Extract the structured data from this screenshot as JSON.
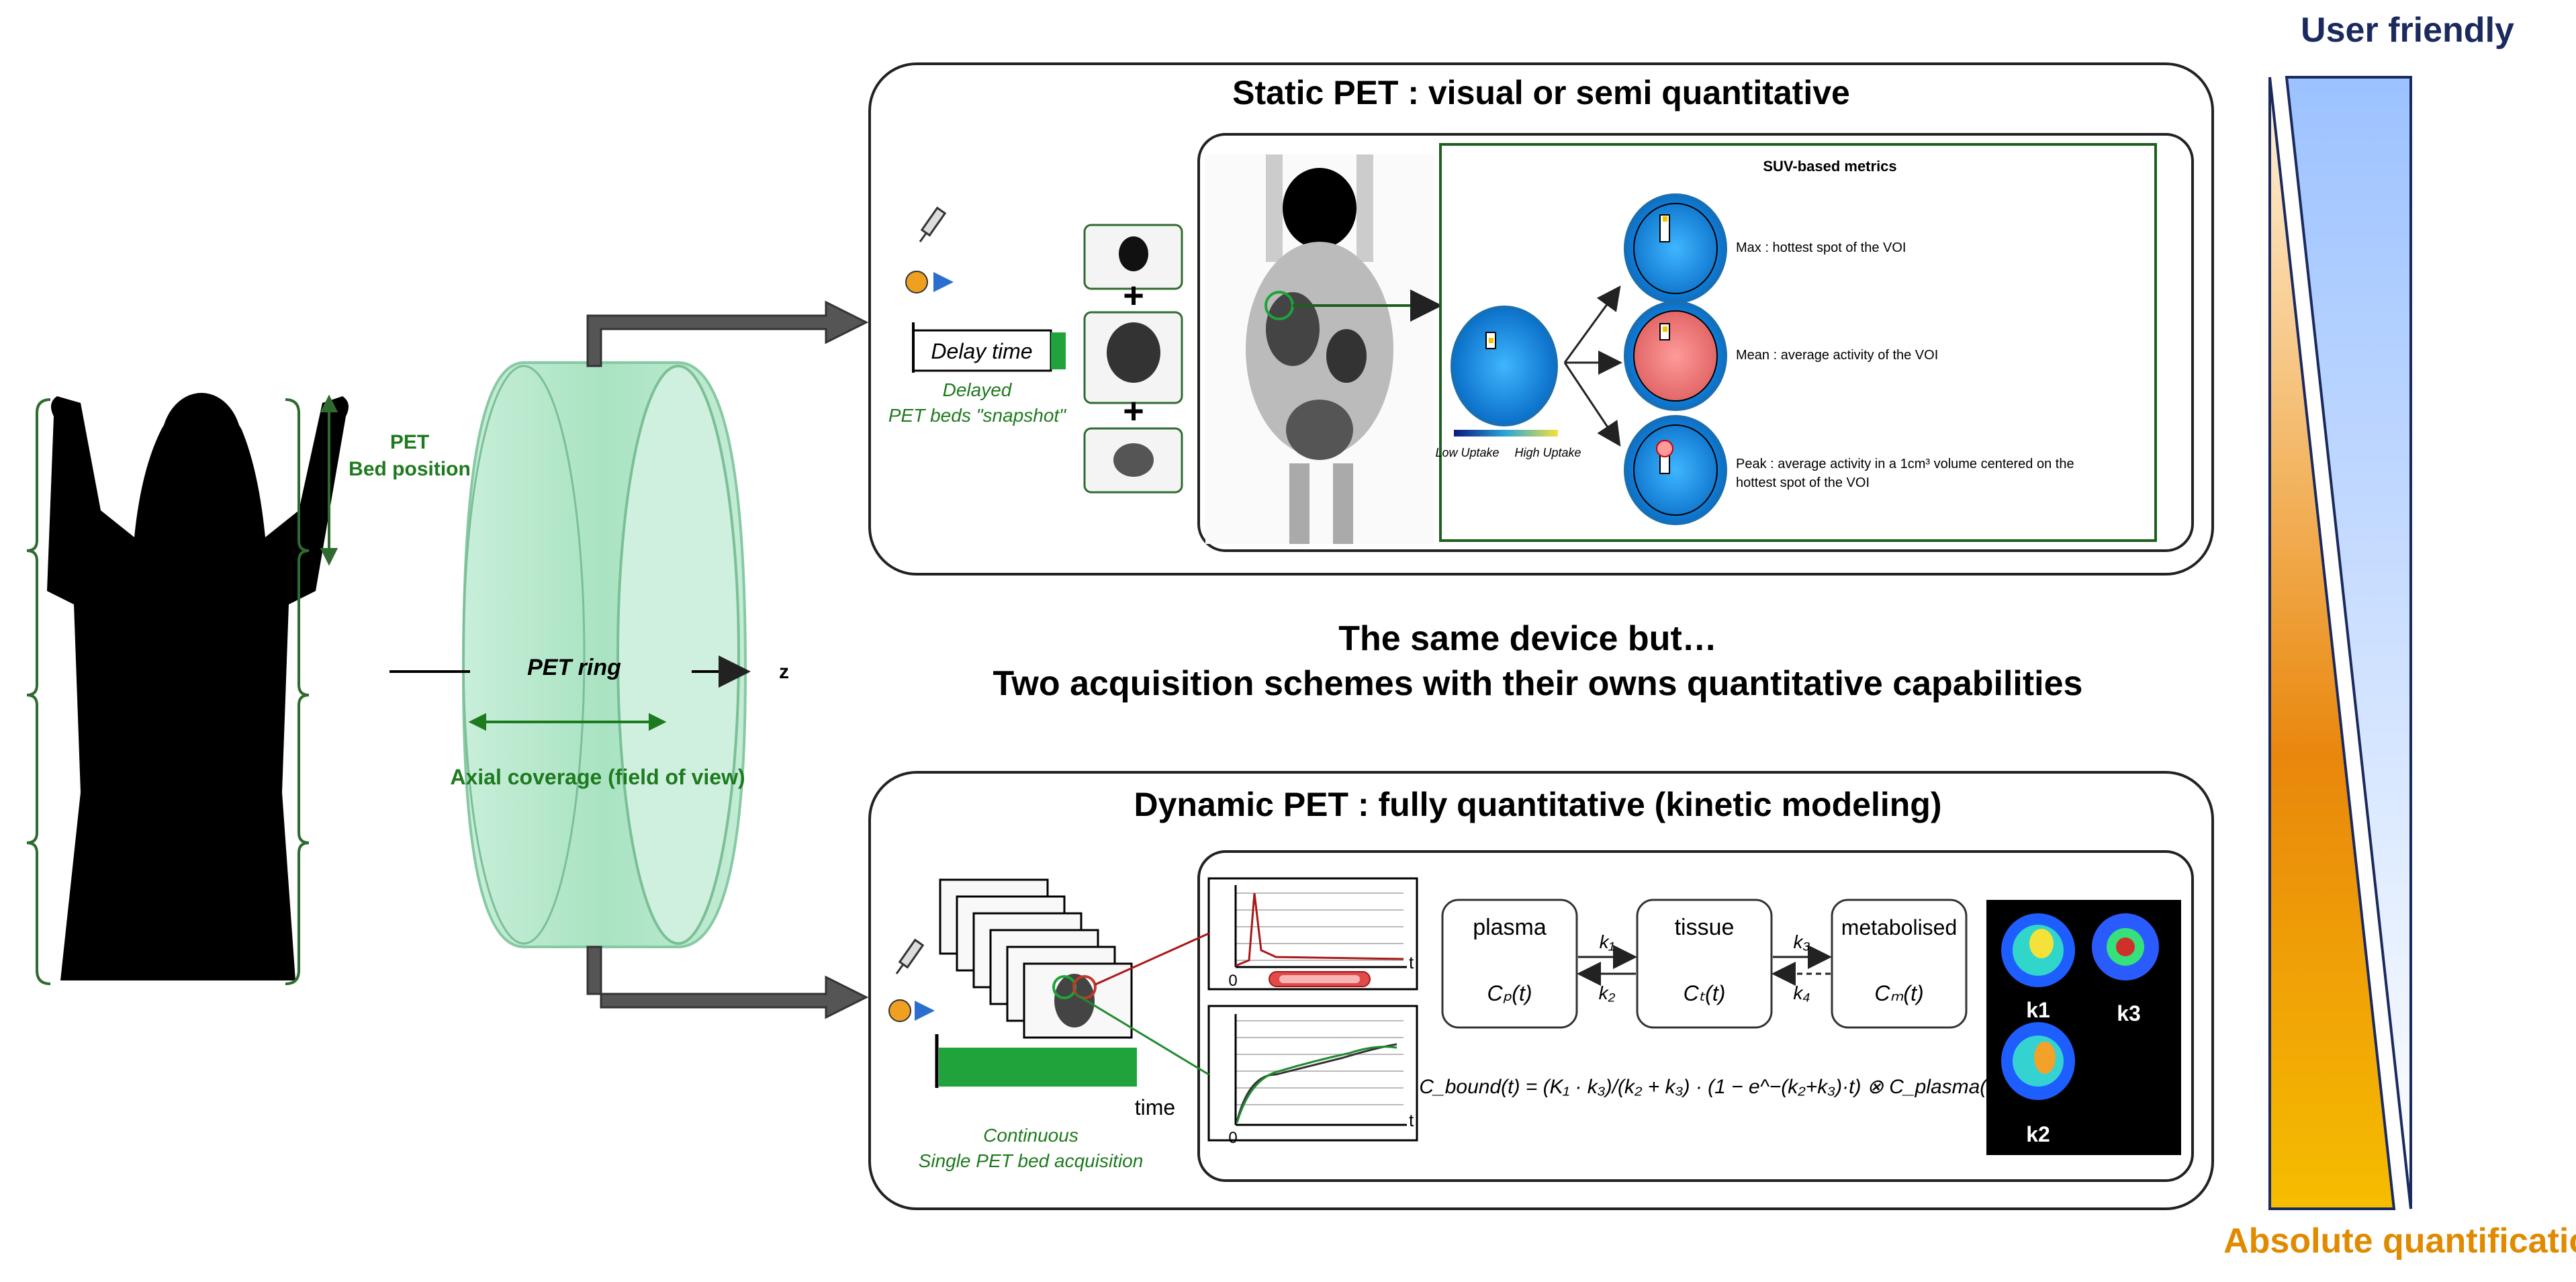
{
  "left": {
    "bed_label_line1": "PET",
    "bed_label_line2": "Bed position",
    "ring_label": "PET ring",
    "z_label": "z",
    "axial_label": "Axial coverage (field of view)"
  },
  "static_panel": {
    "title": "Static PET : visual or semi quantitative",
    "delay_time": "Delay time",
    "caption_line1": "Delayed",
    "caption_line2": "PET beds \"snapshot\"",
    "suv_title": "SUV-based metrics",
    "scale_low": "Low Uptake",
    "scale_high": "High Uptake",
    "metric_max": "Max : hottest spot of the VOI",
    "metric_mean": "Mean : average activity of the VOI",
    "metric_peak_line1": "Peak : average activity in a 1cm³ volume centered on the",
    "metric_peak_line2": "hottest spot of the VOI"
  },
  "middle_text": {
    "line1": "The same device but…",
    "line2": "Two acquisition schemes with their owns quantitative capabilities"
  },
  "dynamic_panel": {
    "title": "Dynamic PET : fully quantitative (kinetic modeling)",
    "time_label": "time",
    "caption_line1": "Continuous",
    "caption_line2": "Single PET bed acquisition",
    "axis_zero": "0",
    "axis_t": "t",
    "compartments": {
      "plasma": "plasma",
      "tissue": "tissue",
      "metabolised": "metabolised",
      "cp": "Cₚ(t)",
      "ct": "Cₜ(t)",
      "cm": "Cₘ(t)"
    },
    "rates": {
      "k1": "k₁",
      "k2": "k₂",
      "k3": "k₃",
      "k4": "k₄"
    },
    "equation": "C_bound(t) = (K₁ · k₃)/(k₂ + k₃) · (1 − e^−(k₂+k₃)·t) ⊗ C_plasma(t)",
    "param_maps": [
      "k1",
      "k3",
      "k2"
    ]
  },
  "right_scale": {
    "top_label": "User friendly",
    "bottom_label": "Absolute quantification",
    "colors": {
      "top_label": "#1b2a5e",
      "bottom_label": "#e08a00",
      "blue": "#a9c9ff",
      "orange": "#f5b400"
    }
  }
}
